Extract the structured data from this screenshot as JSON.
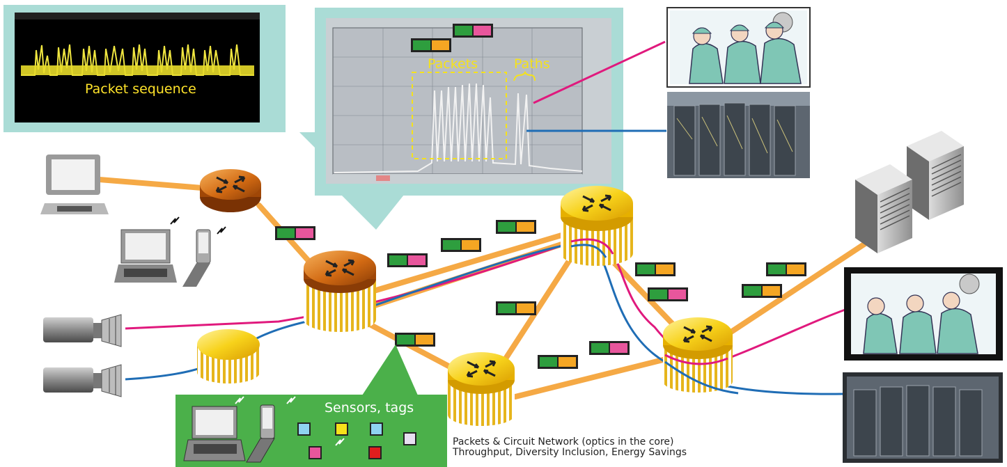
{
  "labels": {
    "packet_sequence": "Packet sequence",
    "packets": "Packets",
    "paths": "Paths",
    "sensors_tags": "Sensors, tags"
  },
  "caption": {
    "line1": "Packets & Circuit Network (optics in the core)",
    "line2": "Throughput, Diversity Inclusion, Energy Savings"
  },
  "colors": {
    "packet_green": "#2e9e3e",
    "packet_orange": "#f5a623",
    "packet_pink": "#e8569c",
    "link_orange": "#f5a945",
    "path_magenta": "#e0197d",
    "path_blue": "#1f6db5",
    "inset_teal": "#aadcd6",
    "sensor_panel_green": "#4bb04a"
  },
  "icons": [
    "desktop-pc-icon",
    "laptop-icon",
    "mobile-phone-icon",
    "video-camera-icon",
    "router-icon",
    "server-icon",
    "surgery-image",
    "equipment-rack-image"
  ]
}
